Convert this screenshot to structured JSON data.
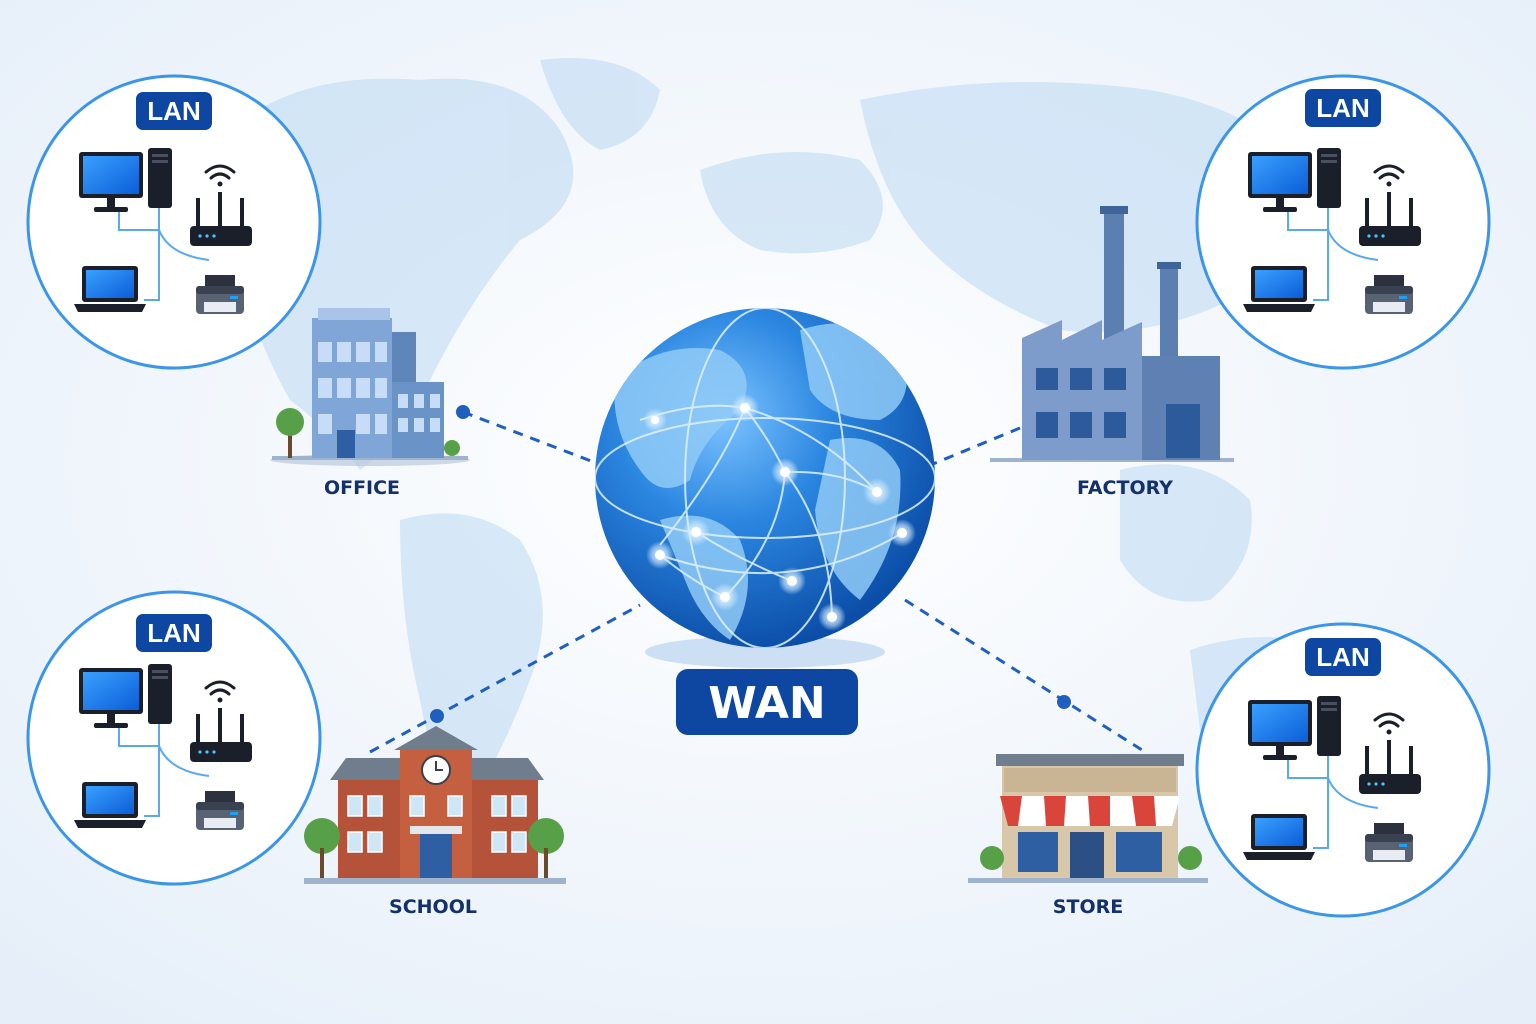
{
  "center": {
    "label": "WAN"
  },
  "lan_badge": "LAN",
  "sites": [
    {
      "id": "office",
      "label": "OFFICE"
    },
    {
      "id": "factory",
      "label": "FACTORY"
    },
    {
      "id": "school",
      "label": "SCHOOL"
    },
    {
      "id": "store",
      "label": "STORE"
    }
  ],
  "lan_devices": [
    "desktop-computer",
    "wifi-router",
    "laptop",
    "printer"
  ],
  "colors": {
    "background": "#eef4fb",
    "accent": "#1a73d9",
    "badge": "#0d47a1",
    "label_text": "#14306b",
    "lan_ring": "#3b95e8",
    "link_line": "#1f5fbf"
  }
}
